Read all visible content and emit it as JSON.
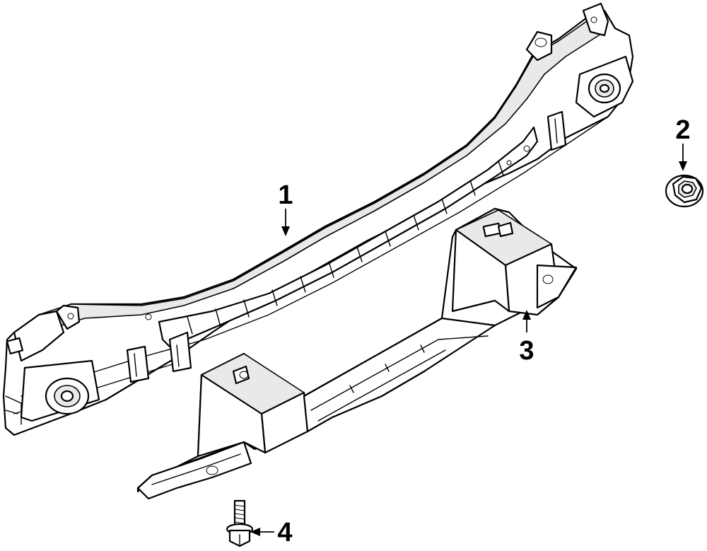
{
  "callouts": [
    {
      "id": "1",
      "label": "1"
    },
    {
      "id": "2",
      "label": "2"
    },
    {
      "id": "3",
      "label": "3"
    },
    {
      "id": "4",
      "label": "4"
    }
  ],
  "colors": {
    "line": "#000000",
    "background": "#ffffff",
    "shade": "#e9e9e9"
  }
}
